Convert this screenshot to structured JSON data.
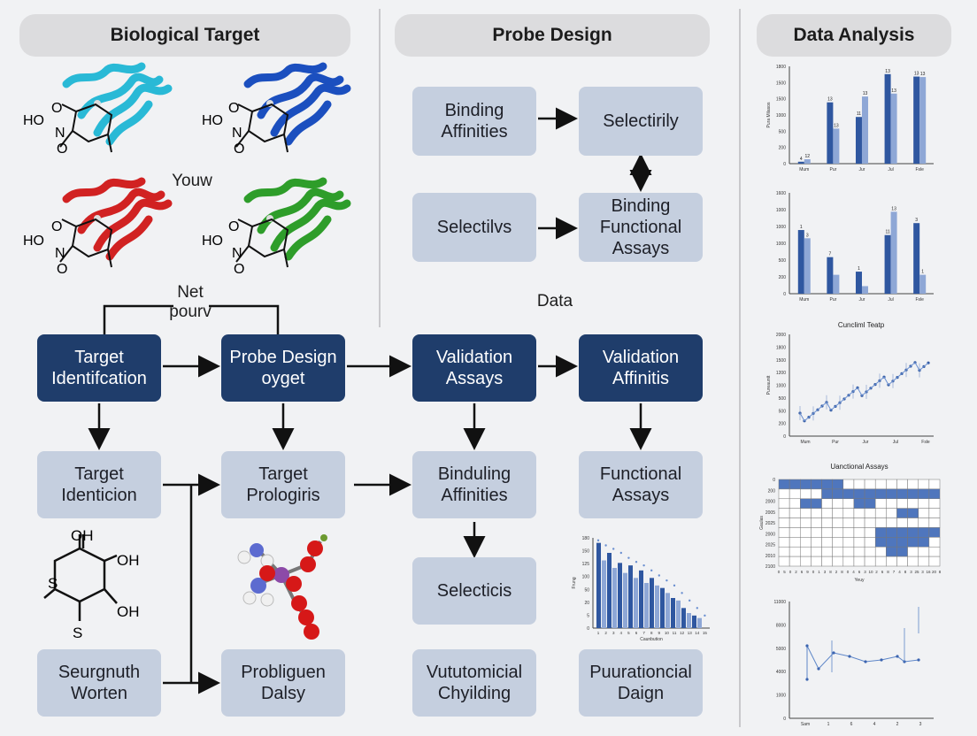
{
  "headers": {
    "biological_target": "Biological Target",
    "probe_design": "Probe Design",
    "data_analysis": "Data Analysis"
  },
  "labels": {
    "youw": "Youw",
    "net_pourv": "Net\npourv",
    "data": "Data"
  },
  "molecule_groups": {
    "ho": "HO",
    "o": "O",
    "n": "N",
    "oh": "OH",
    "s": "S"
  },
  "boxes": {
    "binding_affinities": "Binding\nAffinities",
    "selectirily": "Selectirily",
    "selectilvs": "Selectilvs",
    "binding_functional_assays": "Binding\nFunctional\nAssays",
    "target_identification": "Target\nIdentifcation",
    "probe_design_oyget": "Probe Design\noyget",
    "validation_assays": "Validation\nAssays",
    "validation_affinitis": "Validation\nAffinitis",
    "target_identicion": "Target\nIdenticion",
    "target_prologiris": "Target\nPrologiris",
    "binduling_affinities": "Binduling\nAffinities",
    "functional_assays": "Functional\nAssays",
    "selecticis": "Selecticis",
    "seurgnuth_worten": "Seurgnuth\nWorten",
    "probliguen_dalsy": "Probliguen\nDalsy",
    "vututomicial_chyilding": "Vututomicial\nChyilding",
    "puurationcial_daign": "Puurationcial\nDaign"
  },
  "colors": {
    "header_bg": "#dcdcde",
    "box_light": "#c5cfdf",
    "box_dark": "#1f3d6b",
    "bar_dark": "#2f57a0",
    "bar_light": "#8ea7d6",
    "helix_cyan": "#29b9d6",
    "helix_blue": "#1b4fbf",
    "helix_red": "#d12222",
    "helix_green": "#2e9d2a"
  },
  "chart_data": [
    {
      "type": "bar",
      "categories": [
        "Mum",
        "Pur",
        "Jur",
        "Jul",
        "Fsle"
      ],
      "series": [
        {
          "values": [
            40,
            1260,
            960,
            1840,
            1790
          ]
        },
        {
          "values": [
            90,
            720,
            1380,
            1440,
            1780
          ]
        }
      ],
      "ytick_labels": [
        "0",
        "200",
        "500",
        "1000",
        "1500",
        "1500",
        "1800"
      ],
      "value_labels": [
        [
          "4",
          "13",
          "11",
          "13",
          "13"
        ],
        [
          "12",
          "13",
          "13",
          "13",
          "13"
        ]
      ],
      "ylabel": "Pura Milasos",
      "ylim": [
        0,
        2000
      ]
    },
    {
      "type": "bar",
      "categories": [
        "Mum",
        "Pur",
        "Jur",
        "Jul",
        "Fsle"
      ],
      "series": [
        {
          "values": [
            1010,
            580,
            350,
            930,
            1120
          ]
        },
        {
          "values": [
            880,
            300,
            120,
            1300,
            300
          ]
        }
      ],
      "ytick_labels": [
        "0",
        "200",
        "500",
        "1000",
        "1000",
        "1000",
        "1600"
      ],
      "value_labels": [
        [
          "1",
          "7",
          "1",
          "11",
          "3"
        ],
        [
          "3",
          "",
          "",
          "13",
          "1"
        ]
      ],
      "ylim": [
        0,
        1600
      ]
    },
    {
      "type": "scatter",
      "title": "Cuncliml Teatp",
      "categories": [
        "Mum",
        "Pur",
        "Jur",
        "Jul",
        "Fsle"
      ],
      "ylabel": "Pureauntt",
      "ytick_labels": [
        "0",
        "200",
        "500",
        "500",
        "1000",
        "1200",
        "1500",
        "1800",
        "2000"
      ],
      "ylim": [
        0,
        2000
      ]
    },
    {
      "type": "heatmap",
      "title": "Uanctional Assays",
      "xlabel": "Yeuy",
      "ylabel": "Gaulas",
      "ytick_labels": [
        "2100",
        "2010",
        "2025",
        "2000",
        "2025",
        "2005",
        "2000",
        "200",
        "0"
      ],
      "xtick_labels": [
        "0",
        "5",
        "0",
        "2",
        "6",
        "9",
        "0",
        "1",
        "3",
        "8",
        "2",
        "8",
        "0",
        "4",
        "6",
        "3",
        "10",
        "2",
        "6",
        "8",
        "7",
        "4",
        "8",
        "3",
        "25",
        "3",
        "16",
        "20",
        "8"
      ]
    },
    {
      "type": "line",
      "categories": [
        "Sam",
        "1",
        "6",
        "4",
        "2",
        "3"
      ],
      "ytick_labels": [
        "0",
        "1000",
        "4000",
        "5000",
        "8000",
        "11000"
      ],
      "ylim": [
        0,
        11000
      ]
    },
    {
      "type": "bar",
      "xlabel": "Caunbution",
      "ylabel": "Frung",
      "ytick_labels": [
        "0",
        "5",
        "20",
        "50",
        "100",
        "125",
        "150",
        "180"
      ],
      "xtick_labels": [
        "1",
        "2",
        "3",
        "4",
        "5",
        "6",
        "7",
        "8",
        "9",
        "10",
        "11",
        "12",
        "13",
        "14",
        "15"
      ],
      "series": [
        {
          "values": [
            170,
            150,
            130,
            125,
            115,
            100,
            80,
            60,
            40,
            25
          ]
        },
        {
          "values": [
            135,
            120,
            110,
            100,
            90,
            85,
            70,
            55,
            30,
            20
          ]
        }
      ],
      "trend_points": [
        175,
        165,
        158,
        150,
        140,
        132,
        125,
        115,
        105,
        95,
        85,
        70,
        55,
        40,
        25
      ]
    }
  ]
}
